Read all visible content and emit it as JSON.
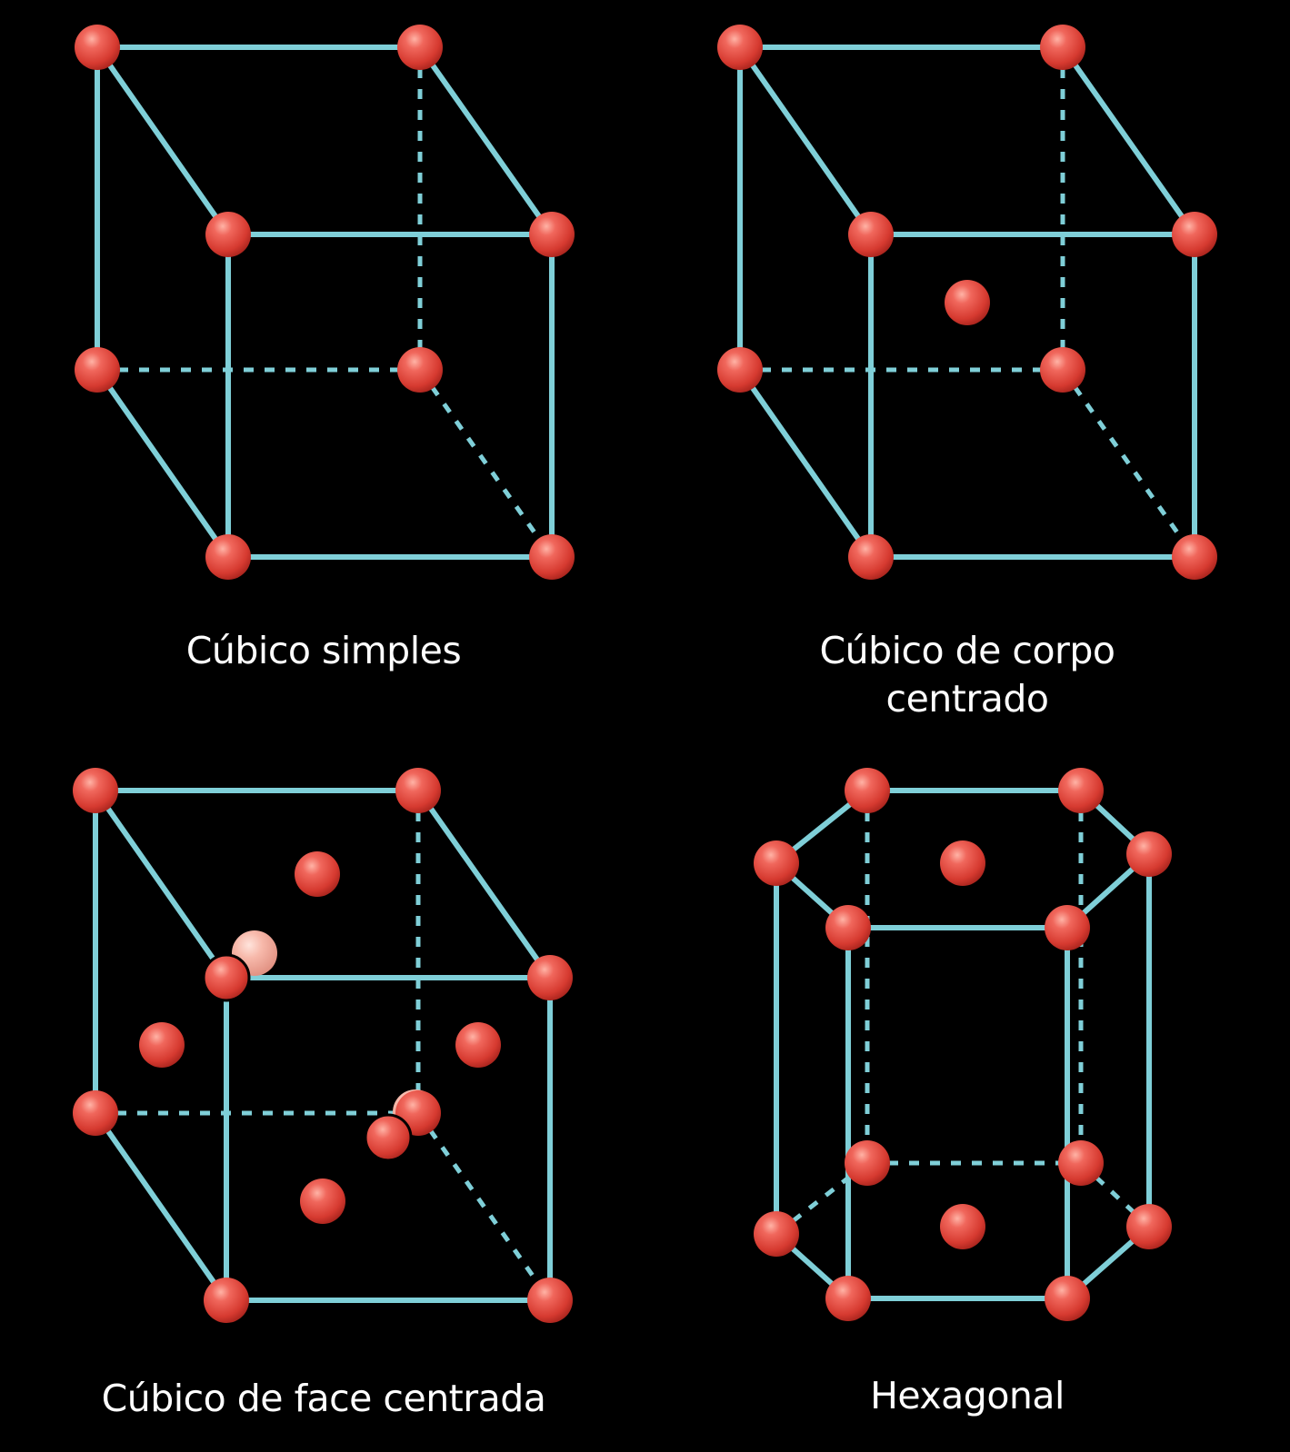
{
  "colors": {
    "background": "#000000",
    "bond": "#7FCFD8",
    "atom": "#E2463C",
    "atom_highlight": "#FF9D8E",
    "atom_faded": "#F6B6A8",
    "caption": "#FFFFFF"
  },
  "structures": [
    {
      "id": "simple-cubic",
      "caption": [
        "Cúbico simples"
      ]
    },
    {
      "id": "body-centered-cubic",
      "caption": [
        "Cúbico de corpo",
        "centrado"
      ]
    },
    {
      "id": "face-centered-cubic",
      "caption": [
        "Cúbico de face centrada"
      ]
    },
    {
      "id": "hexagonal",
      "caption": [
        "Hexagonal"
      ]
    }
  ]
}
